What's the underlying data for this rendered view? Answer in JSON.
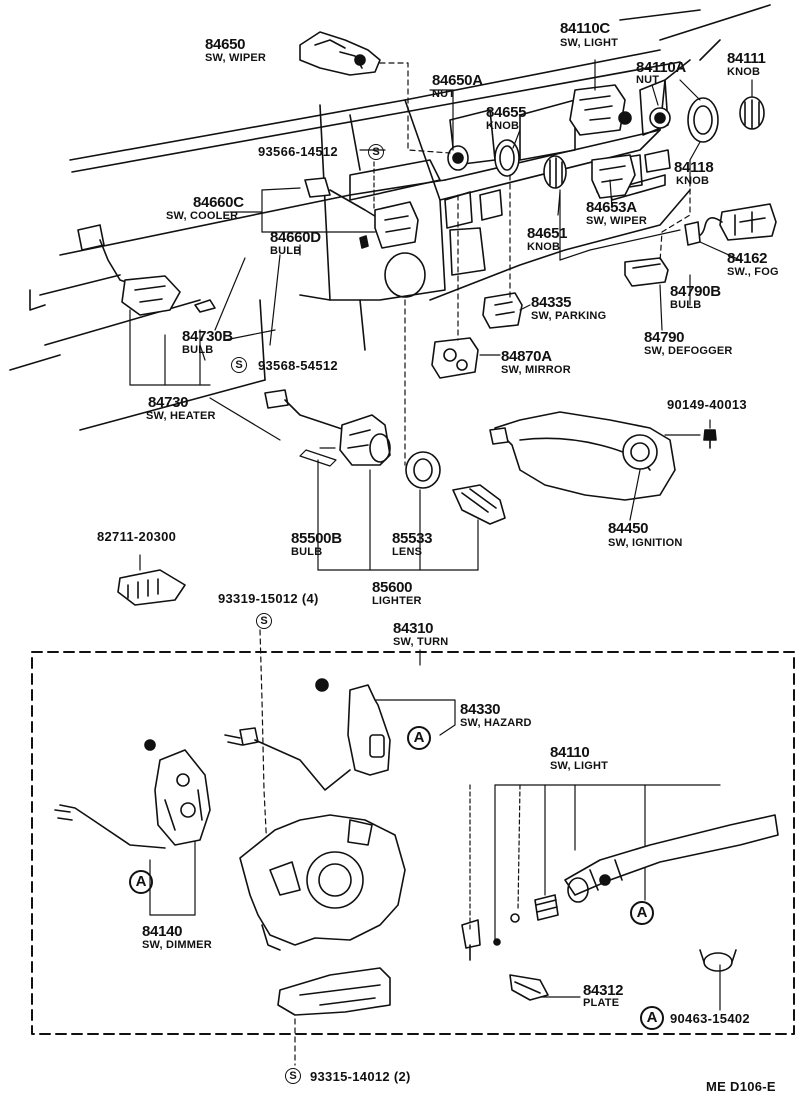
{
  "diagram_code": "ME  D106-E",
  "markers": {
    "circle_a": "A",
    "circle_s": "S"
  },
  "parts": [
    {
      "id": "p84650",
      "number": "84650",
      "desc": "SW, WIPER"
    },
    {
      "id": "p84110c",
      "number": "84110C",
      "desc": "SW, LIGHT"
    },
    {
      "id": "p84110a",
      "number": "84110A",
      "desc": "NUT"
    },
    {
      "id": "p84111",
      "number": "84111",
      "desc": "KNOB"
    },
    {
      "id": "p84650a",
      "number": "84650A",
      "desc": "NUT"
    },
    {
      "id": "p84655",
      "number": "84655",
      "desc": "KNOB"
    },
    {
      "id": "p93566",
      "number": "93566-14512",
      "desc": ""
    },
    {
      "id": "p84118",
      "number": "84118",
      "desc": "KNOB"
    },
    {
      "id": "p84660c",
      "number": "84660C",
      "desc": "SW, COOLER"
    },
    {
      "id": "p84660d",
      "number": "84660D",
      "desc": "BULB"
    },
    {
      "id": "p84653a",
      "number": "84653A",
      "desc": "SW, WIPER"
    },
    {
      "id": "p84651",
      "number": "84651",
      "desc": "KNOB"
    },
    {
      "id": "p84162",
      "number": "84162",
      "desc": "SW., FOG"
    },
    {
      "id": "p84790b",
      "number": "84790B",
      "desc": "BULB"
    },
    {
      "id": "p84335",
      "number": "84335",
      "desc": "SW, PARKING"
    },
    {
      "id": "p84790",
      "number": "84790",
      "desc": "SW, DEFOGGER"
    },
    {
      "id": "p84730b",
      "number": "84730B",
      "desc": "BULB"
    },
    {
      "id": "p84870a",
      "number": "84870A",
      "desc": "SW, MIRROR"
    },
    {
      "id": "p93568",
      "number": "93568-54512",
      "desc": ""
    },
    {
      "id": "p84730",
      "number": "84730",
      "desc": "SW, HEATER"
    },
    {
      "id": "p90149",
      "number": "90149-40013",
      "desc": ""
    },
    {
      "id": "p84450",
      "number": "84450",
      "desc": "SW, IGNITION"
    },
    {
      "id": "p82711",
      "number": "82711-20300",
      "desc": ""
    },
    {
      "id": "p85500b",
      "number": "85500B",
      "desc": "BULB"
    },
    {
      "id": "p85533",
      "number": "85533",
      "desc": "LENS"
    },
    {
      "id": "p85600",
      "number": "85600",
      "desc": "LIGHTER"
    },
    {
      "id": "p93319",
      "number": "93319-15012 (4)",
      "desc": ""
    },
    {
      "id": "p84310",
      "number": "84310",
      "desc": "SW, TURN"
    },
    {
      "id": "p84330",
      "number": "84330",
      "desc": "SW, HAZARD"
    },
    {
      "id": "p84110",
      "number": "84110",
      "desc": "SW, LIGHT"
    },
    {
      "id": "p84140",
      "number": "84140",
      "desc": "SW, DIMMER"
    },
    {
      "id": "p84312",
      "number": "84312",
      "desc": "PLATE"
    },
    {
      "id": "p90463",
      "number": "90463-15402",
      "desc": ""
    },
    {
      "id": "p93315",
      "number": "93315-14012 (2)",
      "desc": ""
    }
  ]
}
